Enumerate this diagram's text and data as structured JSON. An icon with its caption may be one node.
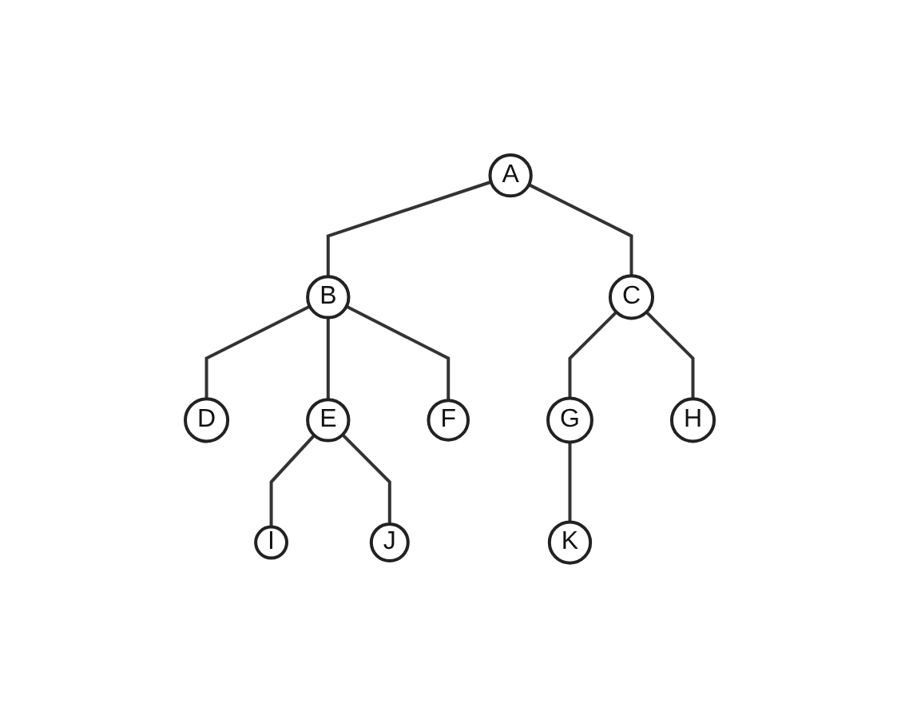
{
  "diagram": {
    "nodes": [
      {
        "text": [
          "A"
        ]
      },
      {
        "text": [
          "B"
        ]
      },
      {
        "text": [
          "C"
        ]
      },
      {
        "text": [
          "D"
        ]
      },
      {
        "text": [
          "E"
        ]
      },
      {
        "text": [
          "F"
        ]
      },
      {
        "text": [
          "G"
        ]
      },
      {
        "text": [
          "H"
        ]
      },
      {
        "text": [
          "I"
        ]
      },
      {
        "text": [
          "J"
        ]
      },
      {
        "text": [
          "K"
        ]
      }
    ],
    "edges": [
      {
        "from": 0,
        "to": 1,
        "arrow": "none"
      },
      {
        "from": 0,
        "to": 2,
        "arrow": "none"
      },
      {
        "from": 1,
        "to": 3,
        "arrow": "none"
      },
      {
        "from": 1,
        "to": 4,
        "arrow": "none"
      },
      {
        "from": 1,
        "to": 5,
        "arrow": "none"
      },
      {
        "from": 2,
        "to": 6,
        "arrow": "none"
      },
      {
        "from": 2,
        "to": 7,
        "arrow": "none"
      },
      {
        "from": 4,
        "to": 8,
        "arrow": "none"
      },
      {
        "from": 4,
        "to": 9,
        "arrow": "none"
      },
      {
        "from": 6,
        "to": 10,
        "arrow": "none"
      }
    ]
  }
}
